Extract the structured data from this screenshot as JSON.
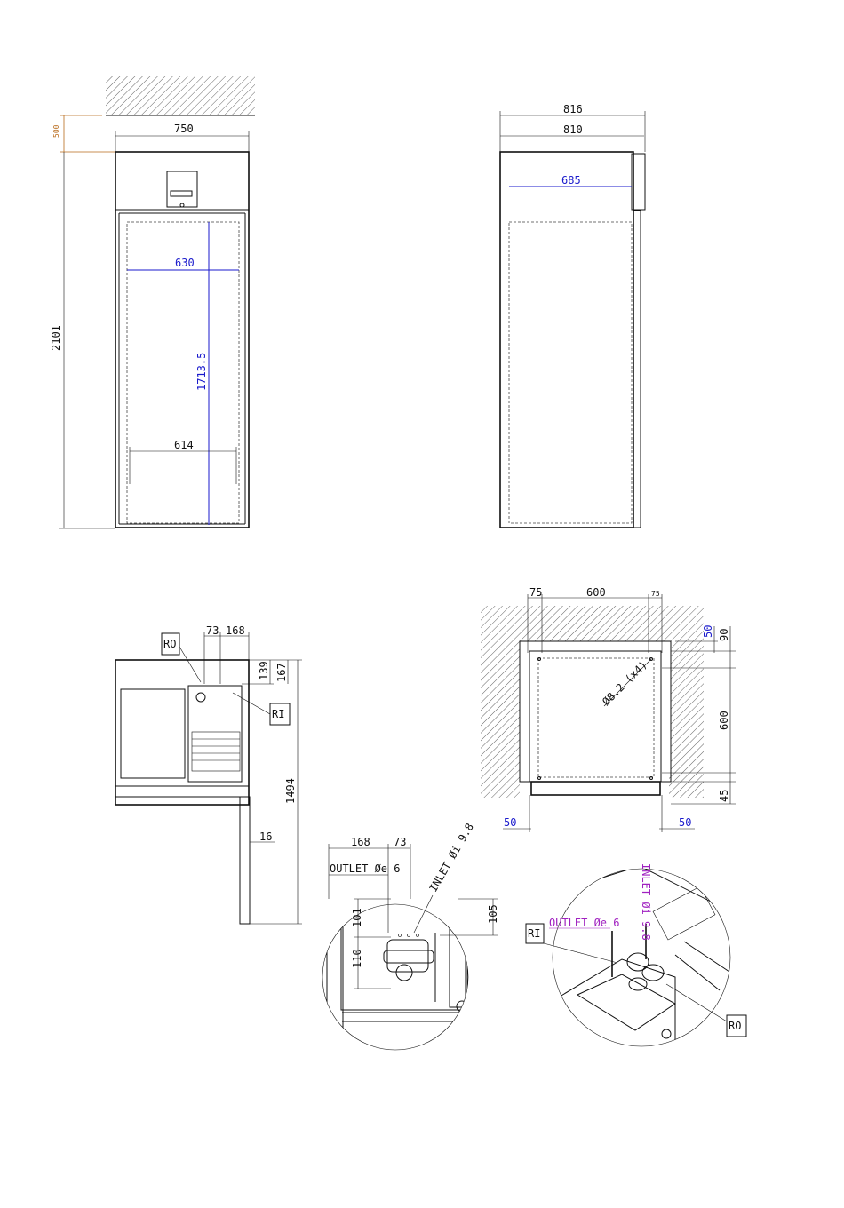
{
  "front_view": {
    "clearance": "500",
    "width": "750",
    "height": "2101",
    "inner_width_top": "630",
    "inner_height": "1713.5",
    "inner_width_bottom": "614"
  },
  "side_view": {
    "overall_depth": "816",
    "body_depth": "810",
    "inner_depth": "685"
  },
  "top_view": {
    "label_ro": "RO",
    "label_ri": "RI",
    "dim_73": "73",
    "dim_168": "168",
    "dim_139": "139",
    "dim_167": "167",
    "dim_1494": "1494",
    "dim_16": "16"
  },
  "base_view": {
    "dim_75_left": "75",
    "dim_600_top": "600",
    "dim_75_right": "75",
    "dim_50_tr": "50",
    "dim_90": "90",
    "hole_note": "Ø8.2 (x4)",
    "dim_600_right": "600",
    "dim_45": "45",
    "dim_50_bl": "50",
    "dim_50_br": "50"
  },
  "detail_view": {
    "dim_168": "168",
    "dim_73": "73",
    "outlet": "OUTLET Øe 6",
    "inlet": "INLET Øi 9.8",
    "dim_101": "101",
    "dim_110": "110",
    "dim_105": "105"
  },
  "iso_view": {
    "inlet": "INLET Øi 9.8",
    "outlet": "OUTLET Øe 6",
    "label_ri": "RI",
    "label_ro": "RO"
  },
  "colors": {
    "line": "#111111",
    "dimension_blue": "#1a1acc",
    "dimension_purple": "#a020c0",
    "clearance_orange": "#b86a1a"
  }
}
